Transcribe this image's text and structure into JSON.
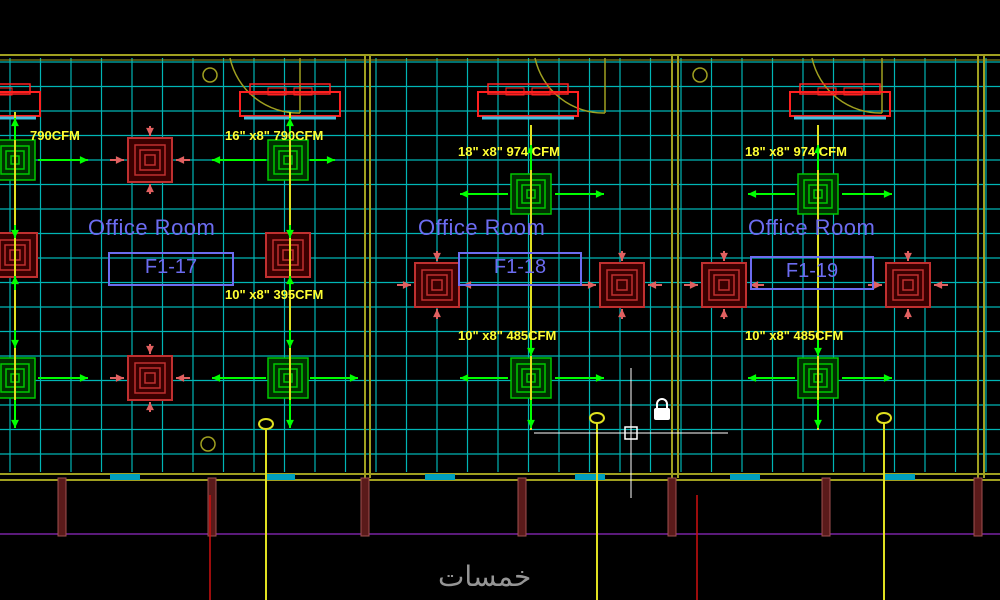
{
  "rooms": [
    {
      "name": "Office Room",
      "tag": "F1-17",
      "supply_note": "16\" x8\"  790CFM",
      "return_note": "10\" x8\"   395CFM",
      "left_note": "790CFM"
    },
    {
      "name": "Office Room",
      "tag": "F1-18",
      "supply_note": "18\" x8\"  974 CFM",
      "return_note": "10\" x8\"  485CFM"
    },
    {
      "name": "Office Room",
      "tag": "F1-19",
      "supply_note": "18\" x8\"  974 CFM",
      "return_note": "10\" x8\"  485CFM"
    }
  ],
  "watermark": "خمسات",
  "colors": {
    "grid": "#00b5b5",
    "wall": "#a0a020",
    "supply_diffuser": "#00c800",
    "return_grille": "#c03030",
    "text": "#ffff33",
    "label": "#6c6cf0",
    "arrow": "#00ff00"
  },
  "icons": {
    "lock": "lock-icon",
    "crosshair": "cursor-crosshair-icon"
  }
}
